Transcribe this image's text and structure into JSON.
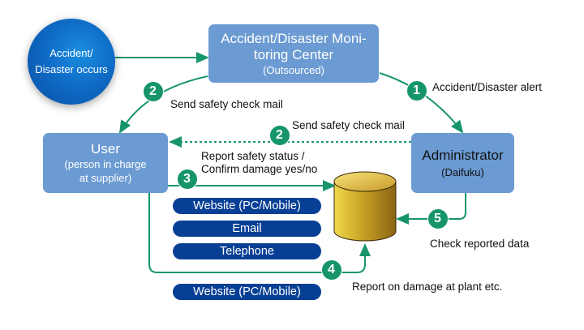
{
  "origin": {
    "line1": "Accident/",
    "line2": "Disaster occurs"
  },
  "monitoring_center": {
    "line1": "Accident/Disaster Moni-",
    "line2": "toring Center",
    "line3": "(Outsourced)"
  },
  "user": {
    "title": "User",
    "line2": "(person in charge",
    "line3": "at supplier)"
  },
  "administrator": {
    "title": "Administrator",
    "subtitle": "(Daifuku)"
  },
  "database": {
    "icon": "database-cylinder-icon"
  },
  "steps": [
    {
      "number": "1",
      "label": "Accident/Disaster alert"
    },
    {
      "number": "2",
      "label": "Send safety check mail"
    },
    {
      "number": "2",
      "label": "Send safety check mail"
    },
    {
      "number": "3",
      "label_line1": "Report safety status /",
      "label_line2": "Confirm damage yes/no"
    },
    {
      "number": "4",
      "label": "Report on damage at plant etc."
    },
    {
      "number": "5",
      "label": "Check reported data"
    }
  ],
  "channels_step3": [
    "Website (PC/Mobile)",
    "Email",
    "Telephone"
  ],
  "channels_step4": [
    "Website (PC/Mobile)"
  ],
  "colors": {
    "box_blue": "#6b9bd2",
    "arrow_green": "#16956b",
    "pill_navy": "#073f95",
    "origin_blue": "#0f6cc6",
    "cylinder_gold": "#c9a227"
  }
}
